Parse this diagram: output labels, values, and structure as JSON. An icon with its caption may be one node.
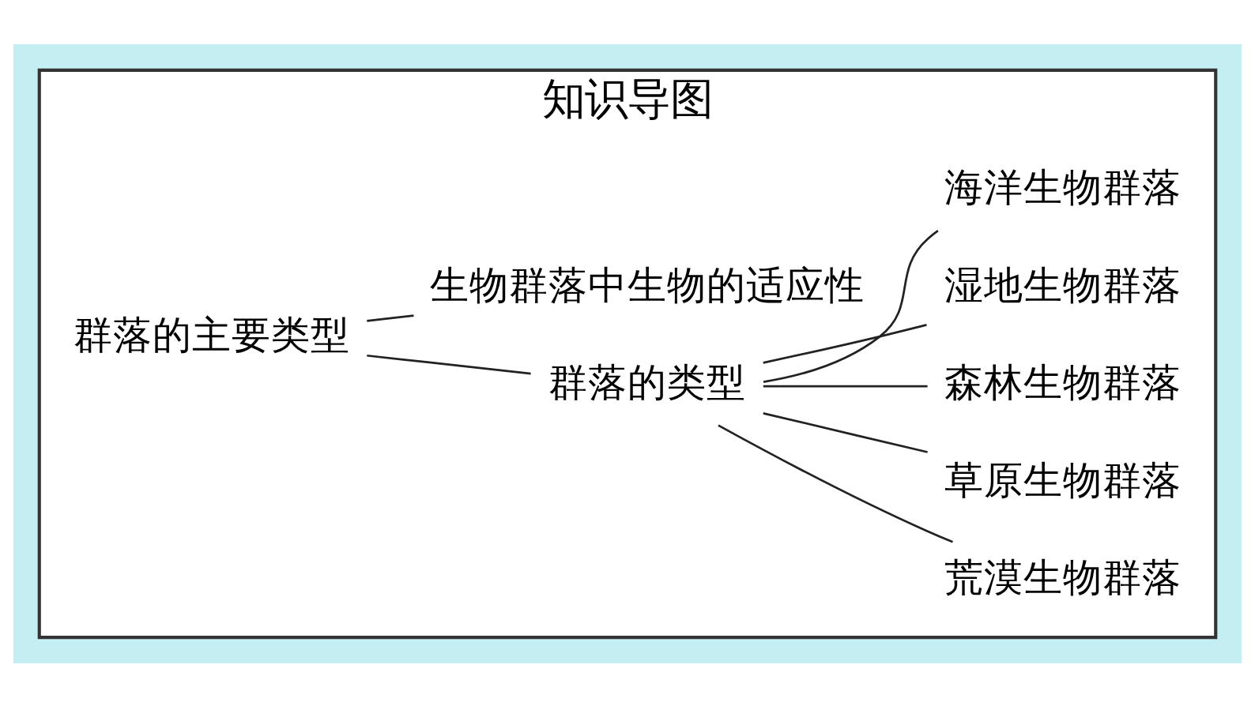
{
  "diagram": {
    "nodes": [
      {
        "text": [
          "知识导图"
        ]
      },
      {
        "text": [
          "群落的主要类型"
        ],
        "in": 0
      },
      {
        "text": [
          "群落的类型"
        ],
        "in": 0
      },
      {
        "text": [
          "荒漠生物群落"
        ],
        "in": 0
      },
      {
        "text": [
          "草原生物群落"
        ],
        "in": 0
      },
      {
        "text": [
          "森林生物群落"
        ],
        "in": 0
      },
      {
        "text": [
          "湿地生物群落"
        ],
        "in": 0
      },
      {
        "text": [
          "海洋生物群落"
        ],
        "in": 0
      },
      {
        "text": [
          "生物群落中生物的适应性"
        ],
        "in": 0
      }
    ],
    "edges": [
      {
        "from": 1,
        "to": 2,
        "arrow": "none"
      },
      {
        "from": 1,
        "to": 8,
        "arrow": "none"
      },
      {
        "from": 2,
        "to": 3,
        "arrow": "none"
      },
      {
        "from": 2,
        "to": 4,
        "arrow": "none"
      },
      {
        "from": 2,
        "to": 5,
        "arrow": "none"
      },
      {
        "from": 2,
        "to": 6,
        "arrow": "none"
      },
      {
        "from": 2,
        "to": 7,
        "arrow": "none"
      }
    ]
  }
}
